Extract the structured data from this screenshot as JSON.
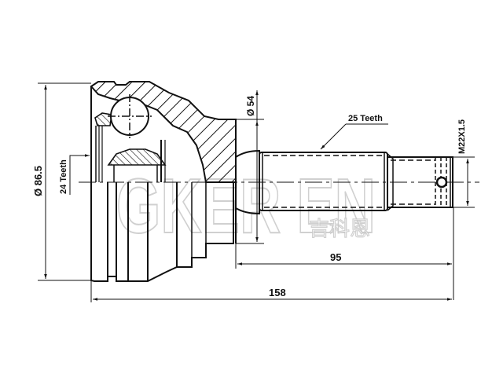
{
  "drawing": {
    "title": "CV joint outer (technical drawing)",
    "watermark": {
      "latin": "GKER EN",
      "chinese": "吉科恩",
      "color": "#c8c8c8"
    },
    "line_color": "#111111",
    "background": "#ffffff"
  },
  "dimensions": {
    "outer_diameter": {
      "label": "Ø 86.5",
      "value": 86.5,
      "unit": "mm"
    },
    "inner_teeth": {
      "label": "24 Teeth",
      "count": 24
    },
    "shoulder_diameter": {
      "label": "Ø 54",
      "value": 54,
      "unit": "mm"
    },
    "spline_teeth": {
      "label": "25 Teeth",
      "count": 25
    },
    "thread": {
      "label": "M22X1.5"
    },
    "stub_length": {
      "label": "95",
      "value": 95,
      "unit": "mm"
    },
    "total_length": {
      "label": "158",
      "value": 158,
      "unit": "mm"
    }
  }
}
